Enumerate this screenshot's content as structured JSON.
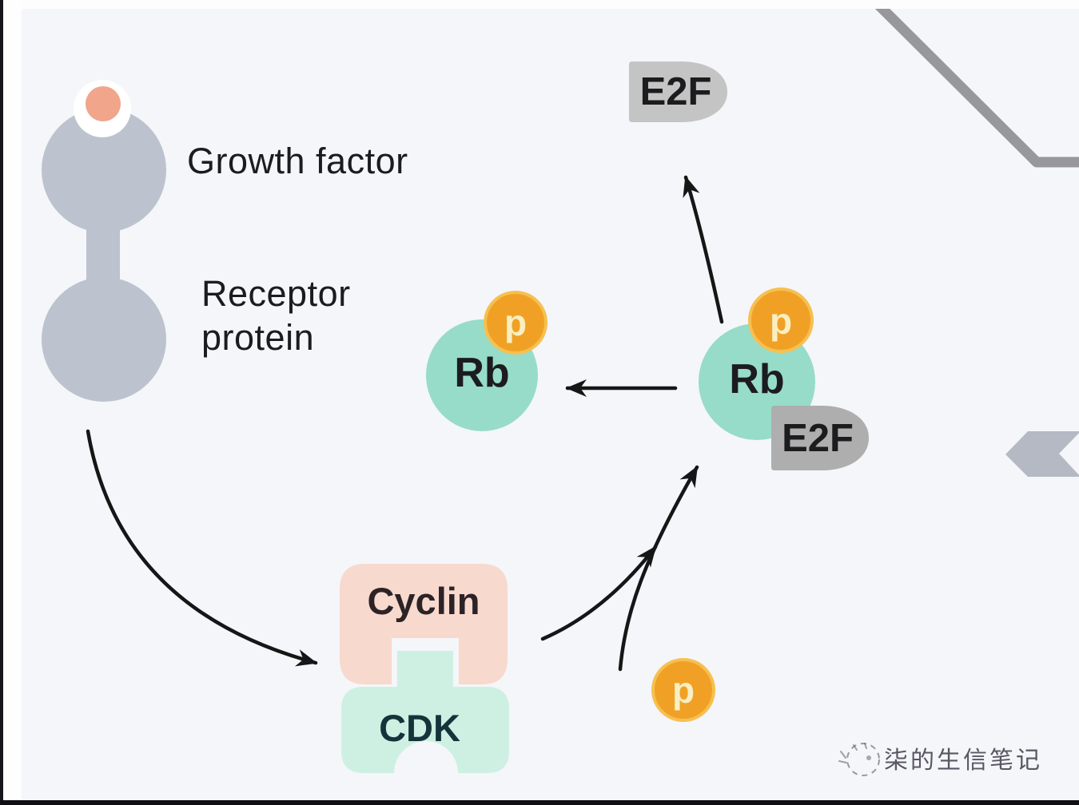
{
  "diagram": {
    "labels": {
      "growth_factor": "Growth factor",
      "receptor_line1": "Receptor",
      "receptor_line2": "protein",
      "e2f_free": "E2F",
      "rb_left": "Rb",
      "rb_right": "Rb",
      "e2f_bound": "E2F",
      "cyclin": "Cyclin",
      "cdk": "CDK",
      "phosphate_left": "p",
      "phosphate_right": "p",
      "phosphate_free": "p"
    },
    "watermark": {
      "text": "柒的生信笔记",
      "logo": "sketch-cat-logo"
    },
    "colors": {
      "background": "#f4f6f9",
      "receptor_gray": "#bcc3cf",
      "growth_factor_salmon": "#f1a58b",
      "notch_white": "#ffffff",
      "rb_teal": "#97dcc9",
      "phosphate_orange": "#f0a125",
      "phosphate_ring": "#f6c051",
      "cyclin_pink": "#f8d9cd",
      "cdk_mint": "#cdf0e2",
      "e2f_free_gray": "#c4c4c4",
      "e2f_bound_gray": "#aeaeae",
      "membrane_gray": "#98989c",
      "chevron_gray": "#b4b9c3",
      "arrow_black": "#161616"
    }
  }
}
